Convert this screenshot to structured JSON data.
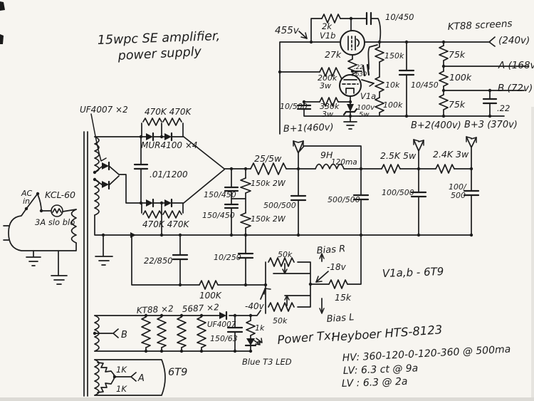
{
  "document": "hand-drawn tube amplifier power supply schematic (scanned)",
  "colors": {
    "paper": "#f7f5f0",
    "ink": "#1c1c1c"
  },
  "t": {
    "title1": "15wpc SE amplifier,",
    "title2": "power supply",
    "uf2": "UF4007 ×2",
    "k470t": "470K 470K",
    "mur": "MUR4100 ×4",
    "c01": ".01/1200",
    "k470b": "470K  470K",
    "c150a": "150/450",
    "c150b": "150/450",
    "r150a": "150k 2W",
    "r150b": "150k 2W",
    "c500a": "500/500",
    "r25": "25/5w",
    "b1": "B+1(460v)",
    "l9h": "9H",
    "l120": "120ma",
    "c500b": "500/500",
    "r2k5": "2.5K 5w",
    "c100a": "100/500",
    "b2": "B+2(400v)",
    "r2k4": "2.4K 3w",
    "c100b1": "100/",
    "c100b2": "500",
    "b3": "B+3 (370v)",
    "v455": "455v",
    "r2k": "2k",
    "v1b": "V1b",
    "c10450t": "10/450",
    "kt88s": "KT88 screens",
    "v240": "(240v)",
    "r27k": "27k",
    "c22": ".22",
    "c630": "630",
    "r200k": "200k",
    "w3a": "3w",
    "r150k": "150k",
    "r10k": "10k",
    "r100k": "100k",
    "c10450r": "10/450",
    "r75a": "75k",
    "va": "A (168v)",
    "r100kd": "100k",
    "vb": "B (72v)",
    "r75b": "75k",
    "c22r": ".22",
    "r330k": "330k",
    "w3b": "3w",
    "z100": "100v",
    "z5w": "5w",
    "v1a": "V1a",
    "c10500": "10/500",
    "ac1": "AC",
    "ac2": "in",
    "kcl": "KCL-60",
    "fuse": "3A slo blo",
    "c22850": "22/850",
    "c10250": "10/250",
    "r100kb": "100K",
    "m40": "-40v",
    "p50a": "50k",
    "p50b": "50k",
    "biasr": "Bias R",
    "m18": "-18v",
    "r15k": "15k",
    "biasl": "Bias L",
    "v1ab": "V1a,b - 6T9",
    "kt882": "KT88 ×2",
    "s5687": "5687 ×2",
    "uf1": "UF4007",
    "c15063": "150/63",
    "r1k": "1k",
    "led": "Blue T3 LED",
    "tapb": "B",
    "r1ka": "1K",
    "r1kb": "1K",
    "tapa": "A",
    "t6t9": "6T9",
    "ptx": "Power Tx:",
    "ptx2": "Heyboer HTS-8123",
    "hv": "HV: 360-120-0-120-360 @ 500ma",
    "lv1": "LV: 6.3 ct @ 9a",
    "lv2": "LV : 6.3 @ 2a"
  }
}
